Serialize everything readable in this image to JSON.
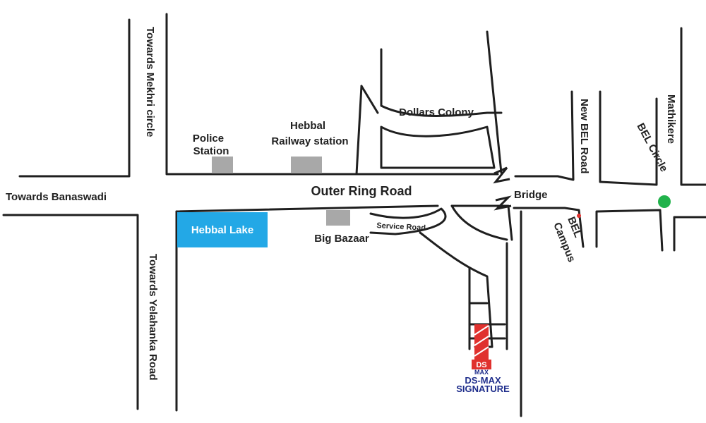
{
  "colors": {
    "lake": "#23a8e6",
    "building": "#a8a8a8",
    "project": "#e0312e",
    "bel_marker": "#e0312e",
    "circle_marker": "#21b24b",
    "signature_text": "#1f2e8c"
  },
  "labels": {
    "towards_banaswadi": "Towards Banaswadi",
    "towards_mekhri_circle": "Towards Mekhri circle",
    "towards_yelahanka_road": "Towards Yelahanka Road",
    "police_station_line1": "Police",
    "police_station_line2": "Station",
    "hebbal_railway_line1": "Hebbal",
    "hebbal_railway_line2": "Railway station",
    "dollars_colony": "Dollars Colony",
    "outer_ring_road": "Outer Ring Road",
    "hebbal_lake": "Hebbal Lake",
    "big_bazaar": "Big Bazaar",
    "service_road": "Service Road",
    "bridge": "Bridge",
    "new_bel_road": "New BEL Road",
    "mathikere": "Mathikere",
    "bel_circle": "BEL Circle",
    "bel_campus_line1": "BEL",
    "bel_campus_line2": "Campus",
    "ds_logo_top": "DS",
    "ds_logo_bottom": "MAX",
    "ds_max_line1": "DS-MAX",
    "ds_max_line2": "SIGNATURE"
  },
  "icons": {
    "bridge": "bridge-icon",
    "project": "building-icon",
    "bel": "location-dot-icon",
    "circle": "roundabout-icon"
  }
}
